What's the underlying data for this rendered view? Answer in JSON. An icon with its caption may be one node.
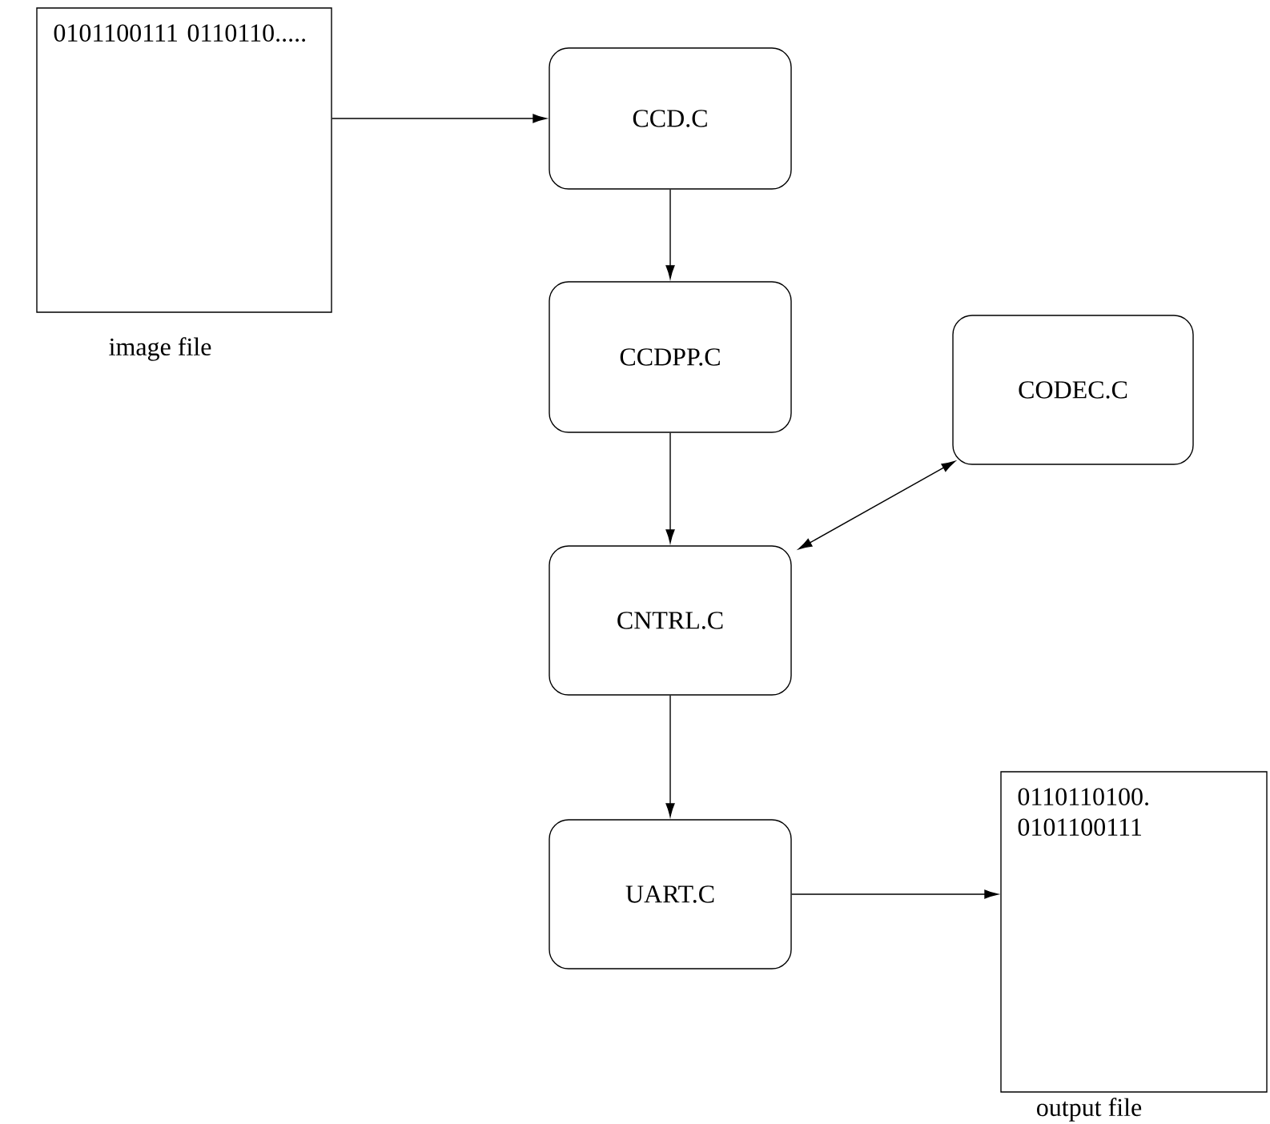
{
  "diagram": {
    "nodes": [
      {
        "text": [
          "0101100111 0110110....."
        ],
        "beside": [
          "image file"
        ]
      },
      {
        "text": [
          "CCD.C"
        ]
      },
      {
        "text": [
          "CCDPP.C"
        ]
      },
      {
        "text": [
          "CODEC.C"
        ]
      },
      {
        "text": [
          "CNTRL.C"
        ]
      },
      {
        "text": [
          "UART.C"
        ]
      },
      {
        "text": [
          "0110110100. 0101100111"
        ],
        "beside": [
          "output file"
        ]
      }
    ],
    "edges": [
      {
        "from": 0,
        "to": 1,
        "arrow": "to"
      },
      {
        "from": 1,
        "to": 2,
        "arrow": "to"
      },
      {
        "from": 2,
        "to": 4,
        "arrow": "to"
      },
      {
        "from": 3,
        "to": 4,
        "arrow": "both"
      },
      {
        "from": 4,
        "to": 5,
        "arrow": "to"
      },
      {
        "from": 5,
        "to": 6,
        "arrow": "to"
      }
    ]
  }
}
